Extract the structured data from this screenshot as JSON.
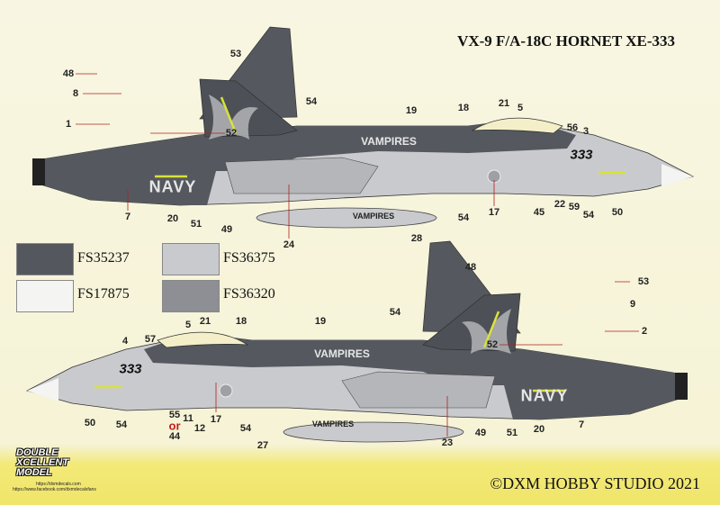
{
  "title": "VX-9 F/A-18C HORNET XE-333",
  "footer": "©DXM HOBBY STUDIO 2021",
  "logo": {
    "line1": "DOUBLE",
    "line2": "XCELLENT",
    "line3": "MODEL",
    "url1": "https://dxmdecals.com",
    "url2": "https://www.facebook.com/dxmdecalsfans"
  },
  "colors": {
    "FS35237": "#54585e",
    "FS36375": "#c9cacd",
    "FS17875": "#f4f4f2",
    "FS36320": "#8d8f94"
  },
  "swatches": [
    {
      "label": "FS35237",
      "color": "#54585e"
    },
    {
      "label": "FS36375",
      "color": "#c9cacd"
    },
    {
      "label": "FS17875",
      "color": "#f4f4f2"
    },
    {
      "label": "FS36320",
      "color": "#8d8f94"
    }
  ],
  "top_view": {
    "markings": {
      "squadron": "VAMPIRES",
      "modex": "333",
      "service": "NAVY",
      "tank": "VAMPIRES"
    },
    "callouts": [
      "53",
      "48",
      "8",
      "1",
      "54",
      "19",
      "18",
      "21",
      "5",
      "52",
      "56",
      "3",
      "7",
      "20",
      "51",
      "49",
      "24",
      "28",
      "54",
      "17",
      "45",
      "22",
      "59",
      "54",
      "50"
    ]
  },
  "bottom_view": {
    "markings": {
      "squadron": "VAMPIRES",
      "modex": "333",
      "service": "NAVY",
      "tank": "VAMPIRES"
    },
    "callouts": [
      "48",
      "53",
      "9",
      "54",
      "2",
      "52",
      "5",
      "21",
      "18",
      "19",
      "4",
      "57",
      "50",
      "54",
      "55",
      "or",
      "44",
      "11",
      "12",
      "17",
      "54",
      "27",
      "23",
      "49",
      "51",
      "20",
      "7"
    ]
  }
}
